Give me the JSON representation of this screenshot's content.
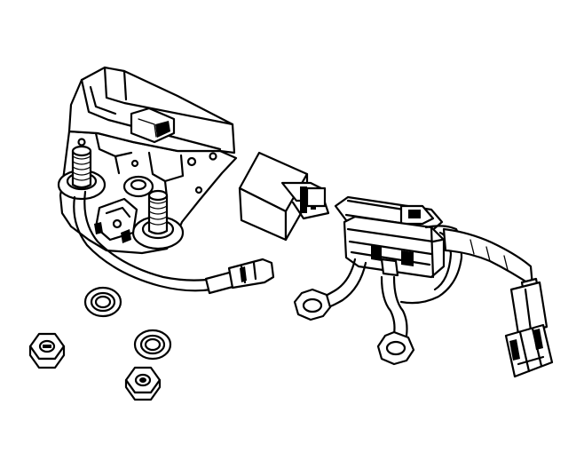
{
  "diagram": {
    "type": "exploded-parts-illustration",
    "background": "#ffffff",
    "line_color": "#000000",
    "parts": [
      {
        "id": "relay-bracket",
        "icon": "bracket-with-studs"
      },
      {
        "id": "relay",
        "icon": "cube-relay"
      },
      {
        "id": "wiring-harness",
        "icon": "wire-harness"
      },
      {
        "id": "harness-connector",
        "icon": "electrical-connector"
      },
      {
        "id": "ring-terminal-1",
        "icon": "ring-terminal"
      },
      {
        "id": "ring-terminal-2",
        "icon": "ring-terminal"
      },
      {
        "id": "washer-1",
        "icon": "flat-washer"
      },
      {
        "id": "washer-2",
        "icon": "flat-washer"
      },
      {
        "id": "nut-1",
        "icon": "hex-nut"
      },
      {
        "id": "nut-2",
        "icon": "hex-nut"
      }
    ]
  }
}
